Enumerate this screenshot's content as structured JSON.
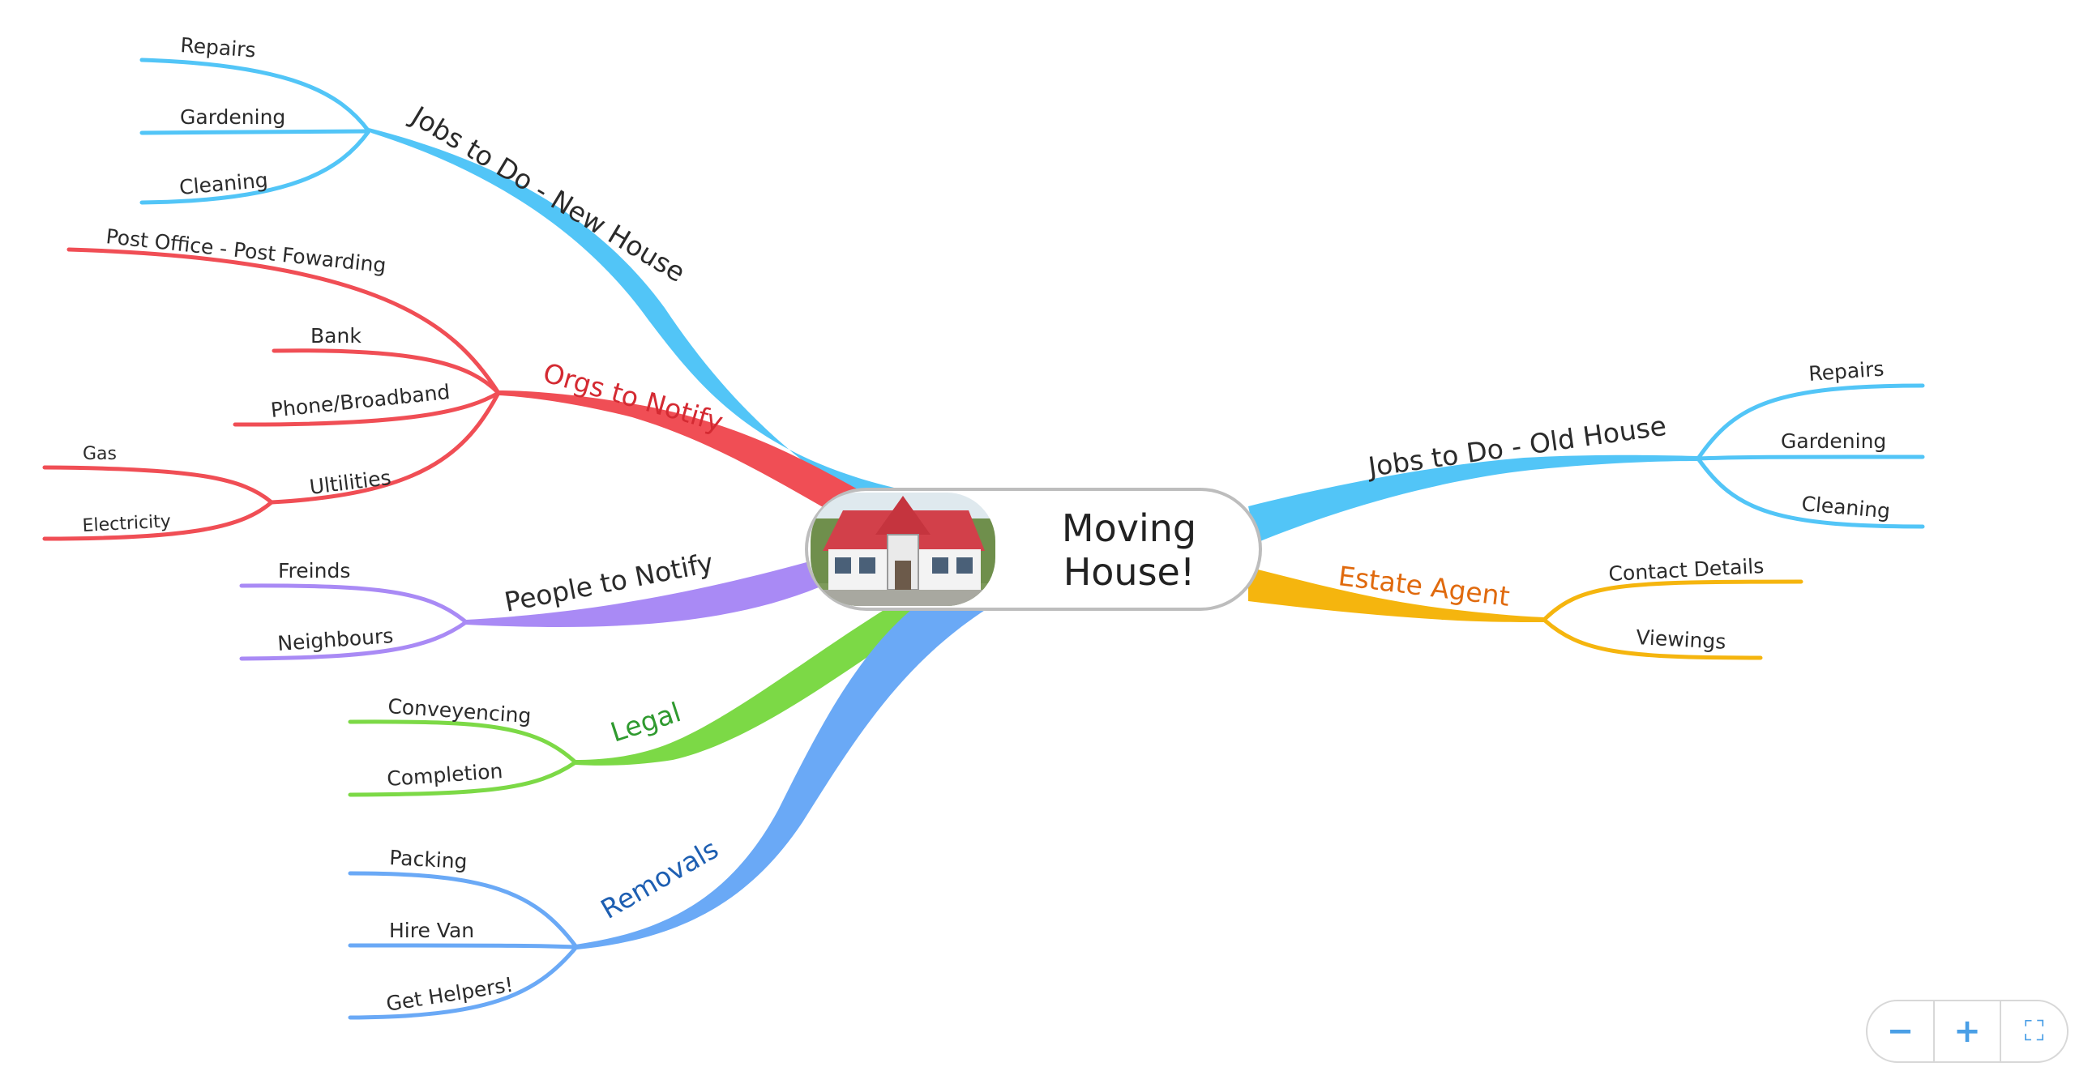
{
  "central": {
    "title_line1": "Moving",
    "title_line2": "House!",
    "image": "house-photo-icon"
  },
  "colors": {
    "new_house": "#52c5f7",
    "orgs": "#f04e55",
    "people": "#a98af5",
    "legal": "#7cd946",
    "removals": "#6aa9f6",
    "old_house": "#52c5f7",
    "estate": "#f5b50e",
    "orgs_text": "#d42a32",
    "legal_text": "#2f9a2f",
    "removals_text": "#1e5fb2",
    "estate_text": "#e06a0e",
    "main_text": "#2b2b2b"
  },
  "branches": [
    {
      "id": "new-house",
      "label": "Jobs to Do - New House",
      "children": [
        "Repairs",
        "Gardening",
        "Cleaning"
      ]
    },
    {
      "id": "orgs",
      "label": "Orgs to Notify",
      "children": [
        "Post Office - Post Fowarding",
        "Bank",
        "Phone/Broadband",
        "Ultilities"
      ],
      "grandchildren": [
        "Gas",
        "Electricity"
      ]
    },
    {
      "id": "people",
      "label": "People to Notify",
      "children": [
        "Freinds",
        "Neighbours"
      ]
    },
    {
      "id": "legal",
      "label": "Legal",
      "children": [
        "Conveyencing",
        "Completion"
      ]
    },
    {
      "id": "removals",
      "label": "Removals",
      "children": [
        "Packing",
        "Hire Van",
        "Get Helpers!"
      ]
    },
    {
      "id": "old-house",
      "label": "Jobs to Do - Old House",
      "children": [
        "Repairs",
        "Gardening",
        "Cleaning"
      ]
    },
    {
      "id": "estate",
      "label": "Estate Agent",
      "children": [
        "Contact Details",
        "Viewings"
      ]
    }
  ],
  "zoom_controls": {
    "zoom_out": "−",
    "zoom_in": "+",
    "fit": "⛶",
    "icons": [
      "minus-icon",
      "plus-icon",
      "fit-screen-icon"
    ]
  }
}
